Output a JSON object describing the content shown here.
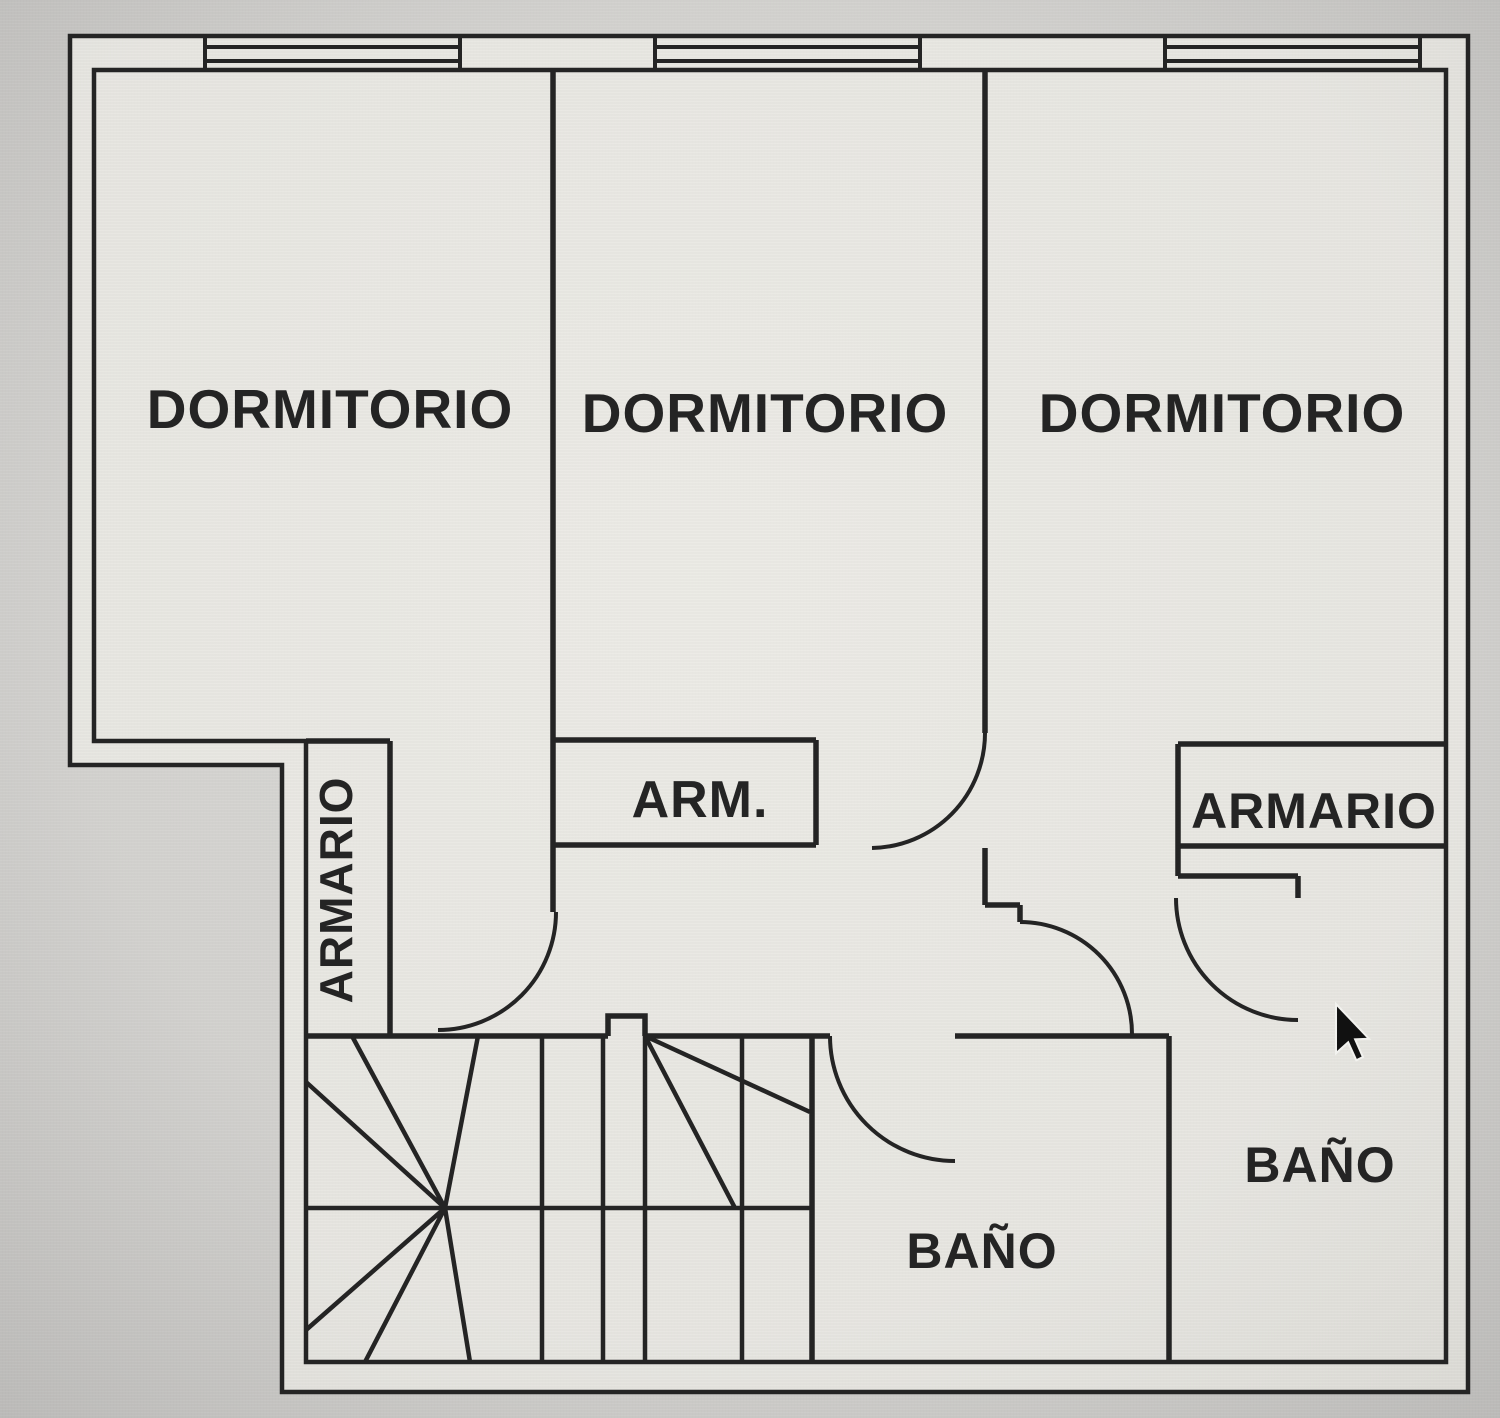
{
  "document": {
    "kind": "architectural floor plan (photo of screen)",
    "language": "es"
  },
  "rooms": [
    {
      "key": "dormitorio-1",
      "label": "DORMITORIO"
    },
    {
      "key": "dormitorio-2",
      "label": "DORMITORIO"
    },
    {
      "key": "dormitorio-3",
      "label": "DORMITORIO"
    },
    {
      "key": "armario-pasillo",
      "label": "ARMARIO",
      "orientation": "vertical"
    },
    {
      "key": "armario-dormitorio-2",
      "label": "ARM."
    },
    {
      "key": "armario-dormitorio-3",
      "label": "ARMARIO"
    },
    {
      "key": "bano-central",
      "label": "BAÑO"
    },
    {
      "key": "bano-derecho",
      "label": "BAÑO"
    }
  ],
  "features": {
    "window_count": 3,
    "door_arc_count": 5,
    "stairs": true,
    "cursor_visible": true
  },
  "colors": {
    "ink": "#242424",
    "paper": "#eae9e4",
    "photo_background": "#d6d5d2"
  }
}
